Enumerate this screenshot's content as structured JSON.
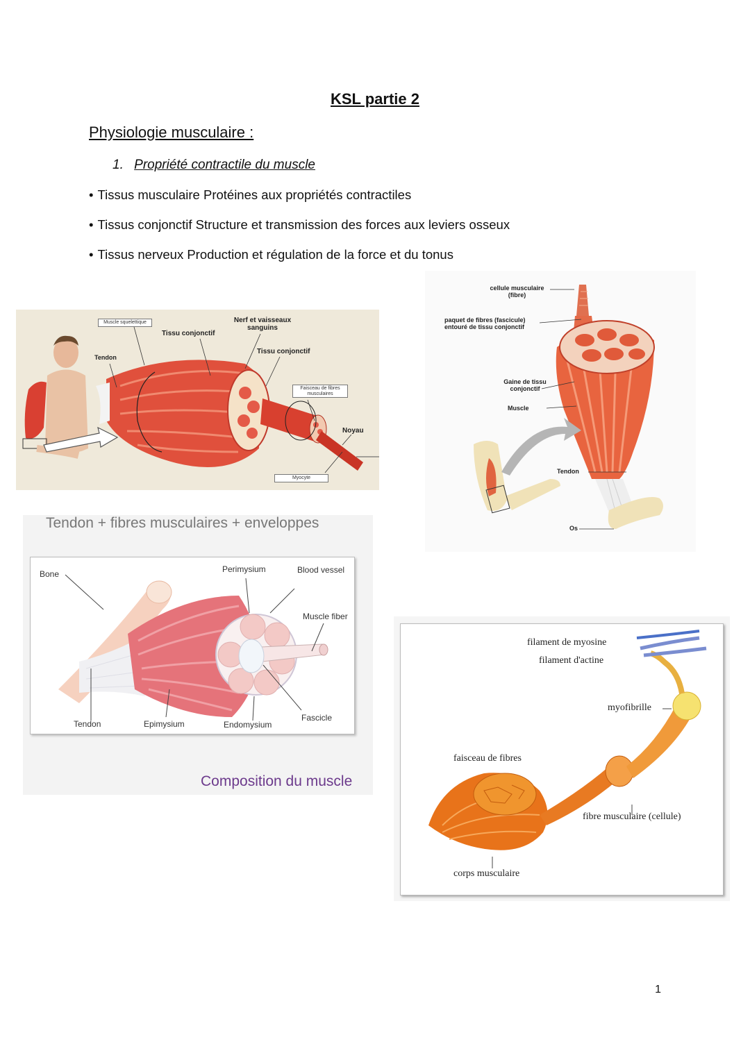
{
  "document": {
    "title": "KSL partie 2",
    "section_title": "Physiologie musculaire :",
    "subsection": {
      "number": "1.",
      "title": "Propriété contractile du muscle"
    },
    "bullets": [
      "Tissus musculaire Protéines aux propriétés contractiles",
      "Tissus conjonctif Structure et transmission des forces aux leviers osseux",
      "Tissus nerveux Production et régulation de la force et du tonus"
    ],
    "page_number": "1"
  },
  "figure1": {
    "labels": {
      "muscle_squelettique": "Muscle squelettique",
      "tendon": "Tendon",
      "tissu_conjonctif_1": "Tissu conjonctif",
      "nerf": "Nerf et vaisseaux sanguins",
      "tissu_conjonctif_2": "Tissu conjonctif",
      "faisceau": "Faisceau de fibres musculaires",
      "noyau": "Noyau",
      "myocyte": "Myocyte"
    }
  },
  "figure2": {
    "labels": {
      "cellule": "cellule musculaire (fibre)",
      "paquet": "paquet de fibres (fascicule) entouré de tissu conjonctif",
      "gaine": "Gaine de tissu conjonctif",
      "muscle": "Muscle",
      "tendon": "Tendon",
      "os": "Os"
    }
  },
  "figure3": {
    "header": "Tendon + fibres musculaires + enveloppes",
    "footer": "Composition du muscle",
    "labels": {
      "bone": "Bone",
      "perimysium": "Perimysium",
      "blood_vessel": "Blood vessel",
      "muscle_fiber": "Muscle fiber",
      "tendon": "Tendon",
      "epimysium": "Epimysium",
      "endomysium": "Endomysium",
      "fascicle": "Fascicle"
    }
  },
  "figure4": {
    "labels": {
      "myosine": "filament de myosine",
      "actine": "filament d'actine",
      "myofibrille": "myofibrille",
      "faisceau": "faisceau de fibres",
      "fibre": "fibre musculaire (cellule)",
      "corps": "corps musculaire"
    }
  }
}
